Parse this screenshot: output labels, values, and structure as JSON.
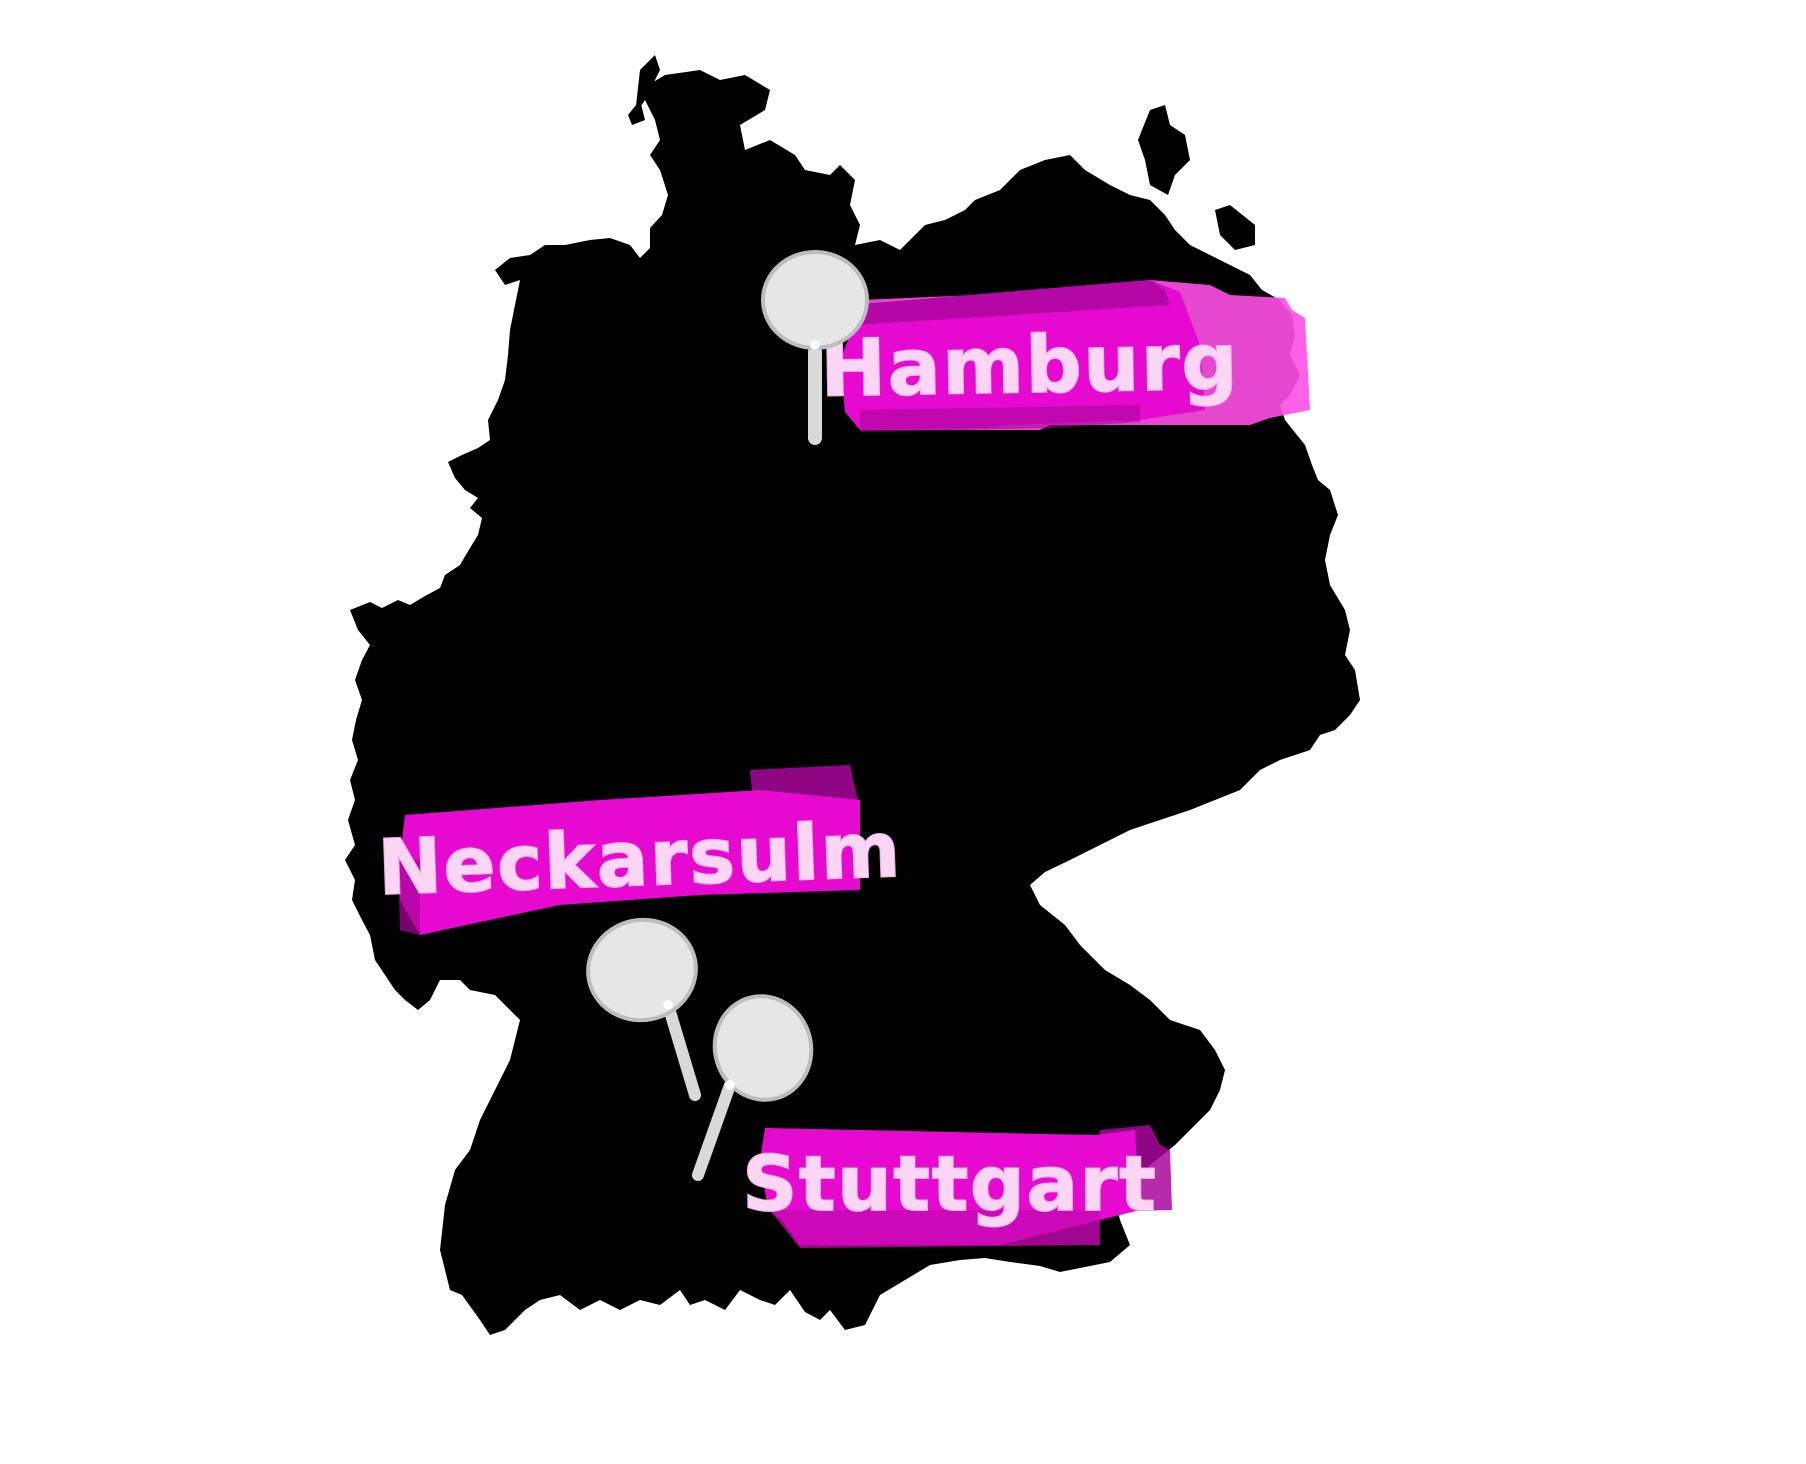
{
  "map": {
    "region": "Germany",
    "background_color": "#ffffff",
    "land_color": "#000000",
    "label_color": "#e60ad0",
    "label_color_dark": "#a8069a",
    "label_color_light": "#ff4fe6",
    "label_text_color": "#fbd6f4",
    "pin_color": "#e8e8e8"
  },
  "markers": [
    {
      "id": "hamburg",
      "label": "Hamburg"
    },
    {
      "id": "neckarsulm",
      "label": "Neckarsulm"
    },
    {
      "id": "stuttgart",
      "label": "Stuttgart"
    }
  ]
}
